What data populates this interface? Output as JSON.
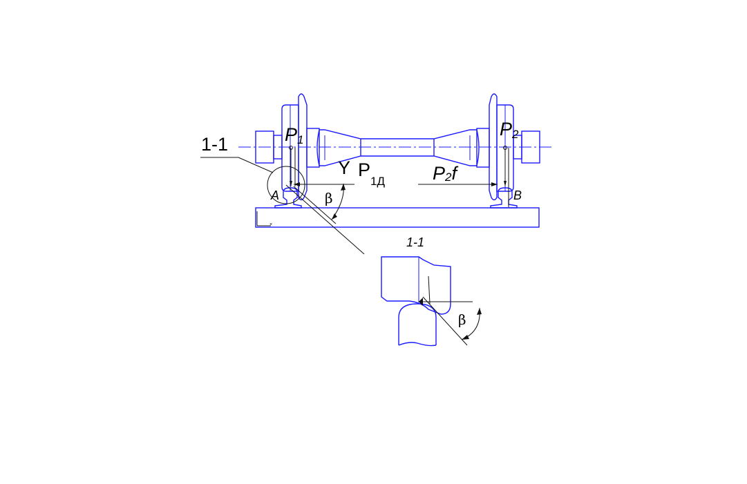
{
  "labels": {
    "section_ref": "1-1",
    "section_title": "1-1",
    "p1": "P",
    "p1_sub": "1",
    "p2": "P",
    "p2_sub": "2",
    "y": "Y",
    "p1d": "P",
    "p1d_sub": "1Д",
    "p2f": "P",
    "p2f_sub": "2",
    "p2f_tail": "f",
    "point_a": "A",
    "point_b": "B",
    "beta_main": "β",
    "beta_detail": "β"
  },
  "colors": {
    "line": "#1a1aff",
    "text": "#000000"
  }
}
